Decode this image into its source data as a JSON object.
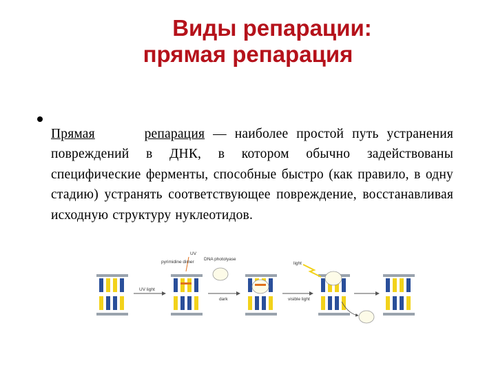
{
  "slide": {
    "title_line1": "Виды репарации:",
    "title_line2": "прямая репарация",
    "paragraph": {
      "term1": "Прямая",
      "term2": "репарация",
      "body": " — наиболее простой путь устранения повреждений в ДНК, в котором обычно задействованы специфические ферменты, способные быстро (как правило, в одну стадию) устранять соответствующее повреждение, восстанавливая исходную структуру нуклеотидов."
    }
  },
  "diagram": {
    "labels": {
      "uv": "UV",
      "pyrimidine_dimer": "pyrimidine dimer",
      "dna_photolyase": "DNA photolyase",
      "uv_light": "UV light",
      "dark": "dark",
      "light": "light",
      "visible_light": "visible light"
    },
    "colors": {
      "blue": "#2a4f9a",
      "yellow": "#f2d21b",
      "gray": "#9aa3ad",
      "orange": "#e0701c",
      "enzyme": "#fdfbe8"
    }
  }
}
